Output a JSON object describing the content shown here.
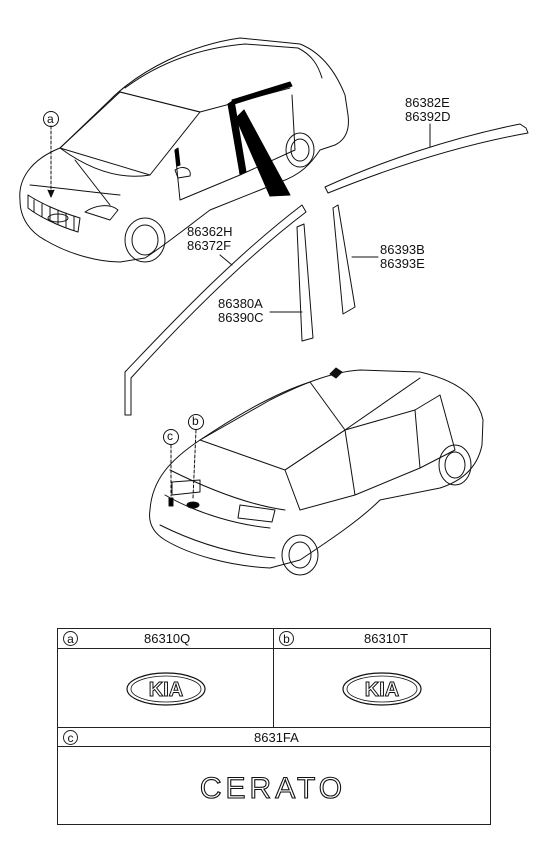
{
  "callouts": {
    "a": "a",
    "b": "b",
    "c": "c"
  },
  "parts": {
    "p1": "86382E",
    "p2": "86392D",
    "p3": "86362H",
    "p4": "86372F",
    "p5": "86393B",
    "p6": "86393E",
    "p7": "86380A",
    "p8": "86390C"
  },
  "table": {
    "a_letter": "a",
    "a_part": "86310Q",
    "b_letter": "b",
    "b_part": "86310T",
    "c_letter": "c",
    "c_part": "8631FA",
    "emblem_text": "KIA",
    "badge_text": "CERATO"
  }
}
